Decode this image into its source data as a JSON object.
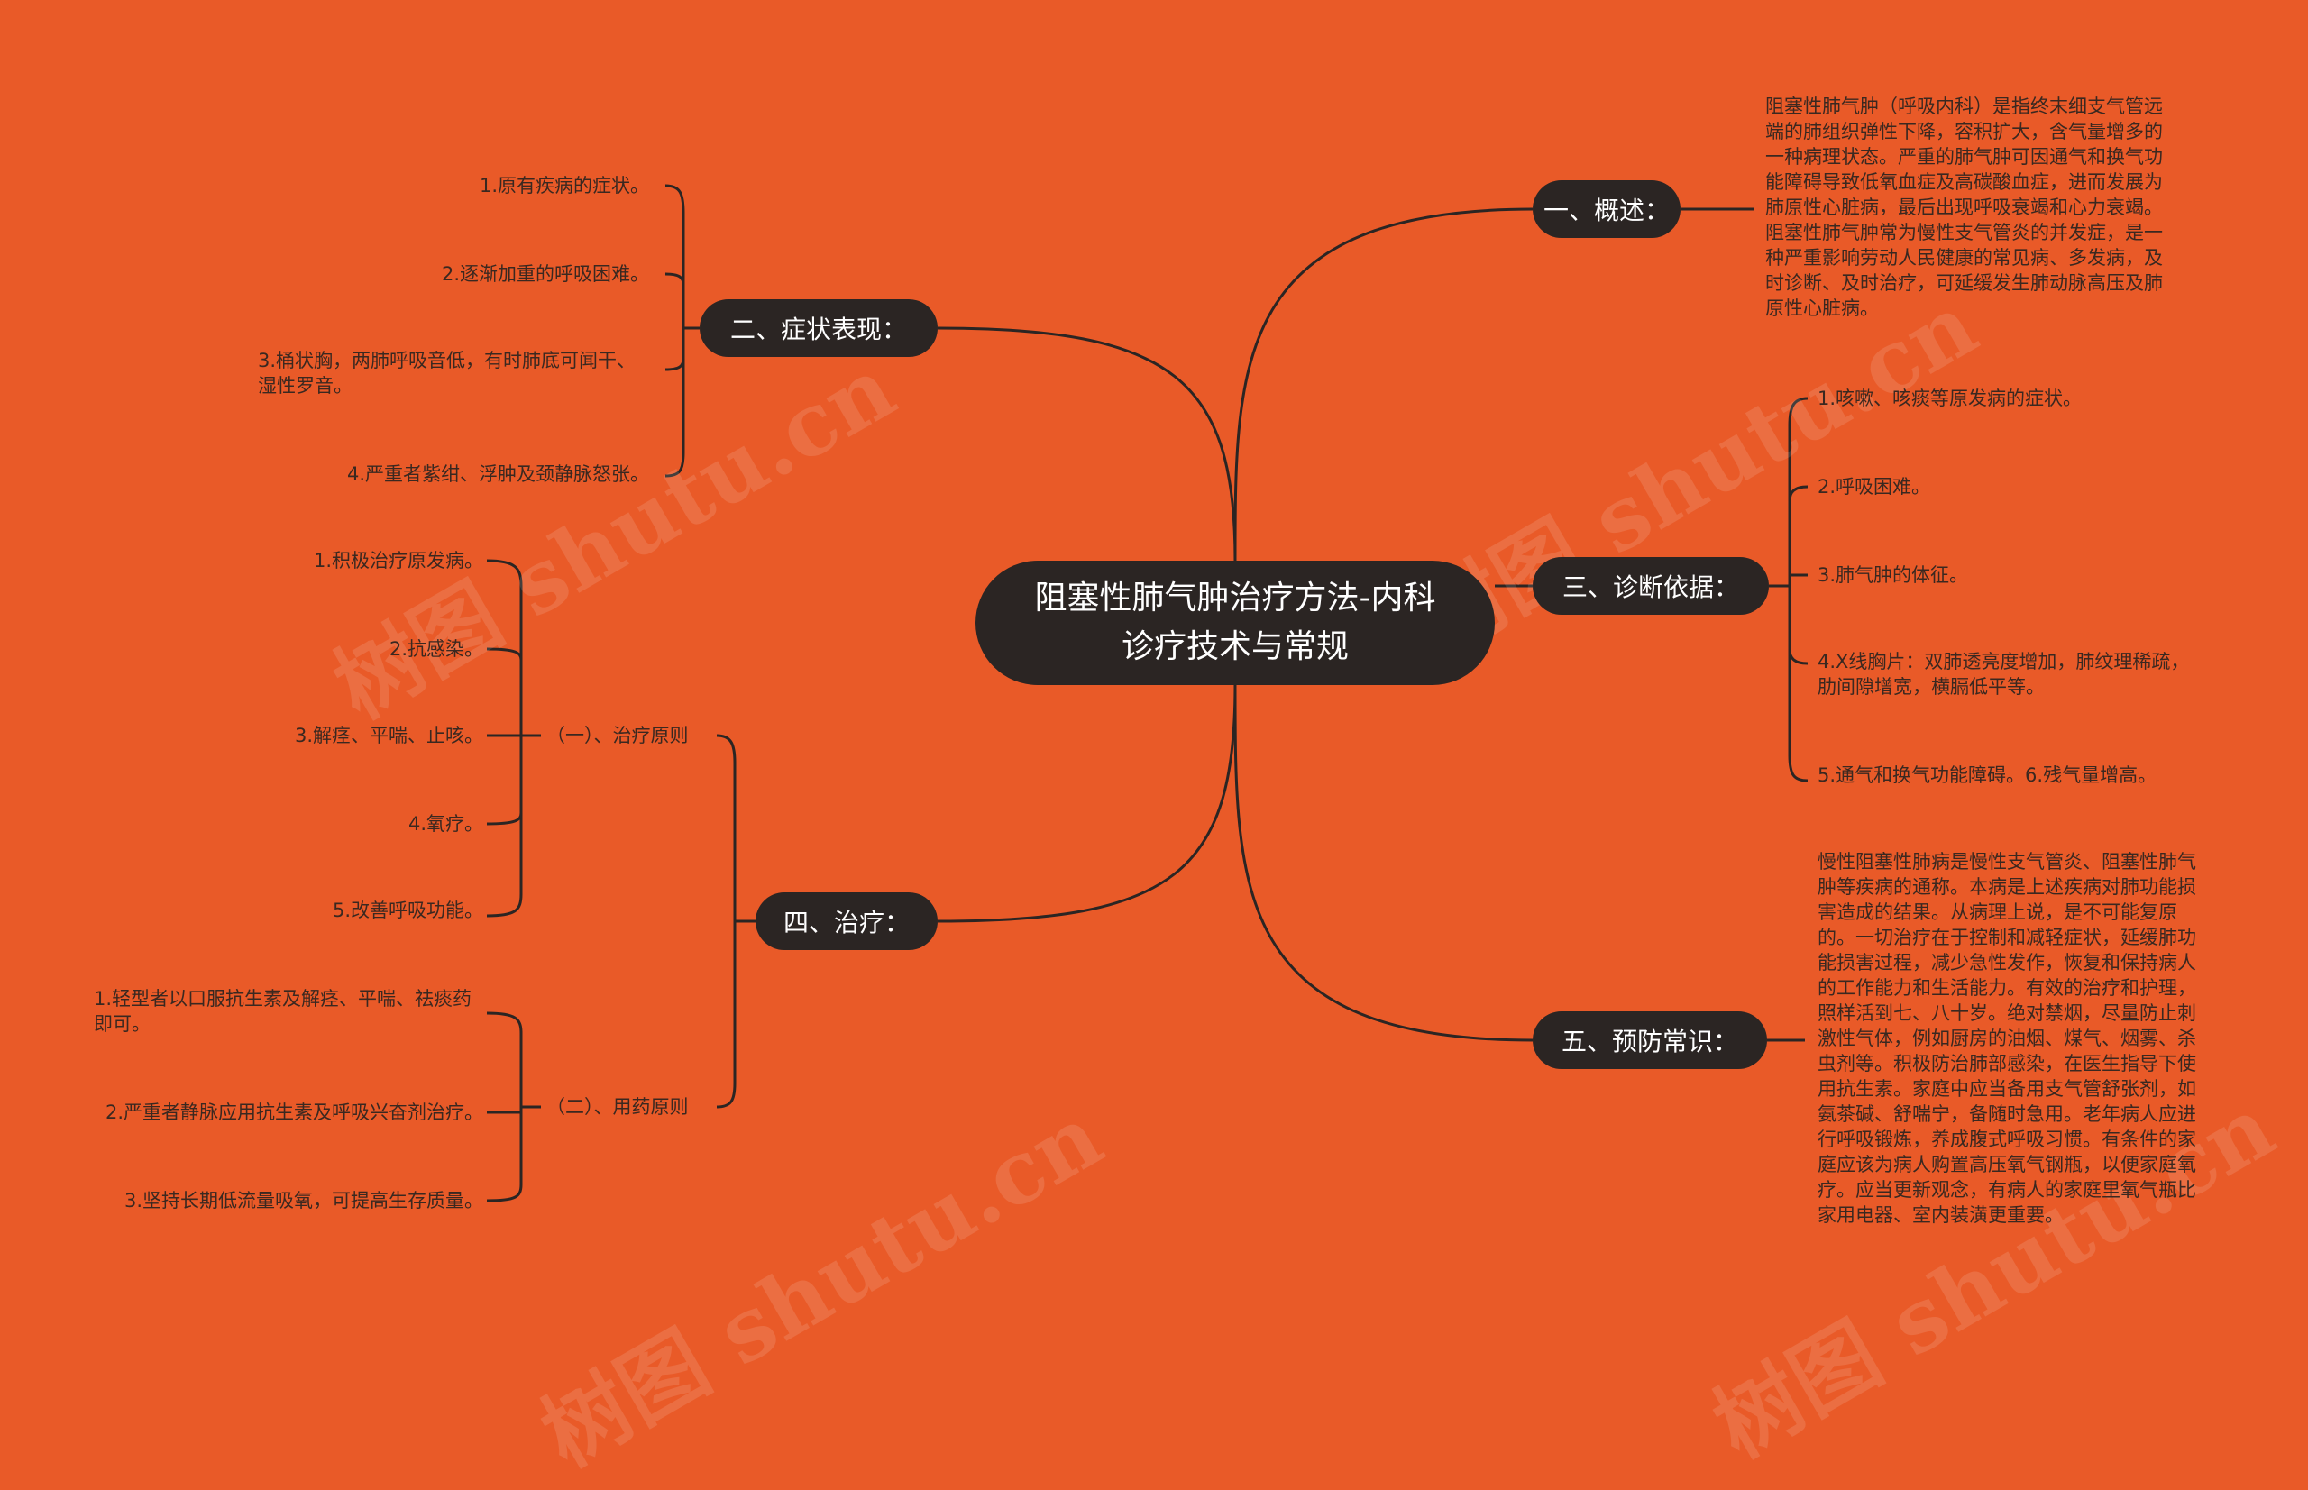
{
  "root": {
    "title": "阻塞性肺气肿治疗方法-内科诊疗技术与常规"
  },
  "watermark": "树图 shutu.cn",
  "branches": {
    "overview": {
      "label": "一、概述：",
      "text": "阻塞性肺气肿（呼吸内科）是指终末细支气管远端的肺组织弹性下降，容积扩大，含气量增多的一种病理状态。严重的肺气肿可因通气和换气功能障碍导致低氧血症及高碳酸血症，进而发展为肺原性心脏病，最后出现呼吸衰竭和心力衰竭。阻塞性肺气肿常为慢性支气管炎的并发症，是一种严重影响劳动人民健康的常见病、多发病，及时诊断、及时治疗，可延缓发生肺动脉高压及肺原性心脏病。"
    },
    "symptoms": {
      "label": "二、症状表现：",
      "items": [
        "1.原有疾病的症状。",
        "2.逐渐加重的呼吸困难。",
        "3.桶状胸，两肺呼吸音低，有时肺底可闻干、湿性罗音。",
        "4.严重者紫绀、浮肿及颈静脉怒张。"
      ]
    },
    "diagnosis": {
      "label": "三、诊断依据：",
      "items": [
        "1.咳嗽、咳痰等原发病的症状。",
        "2.呼吸困难。",
        "3.肺气肿的体征。",
        "4.X线胸片：双肺透亮度增加，肺纹理稀疏，肋间隙增宽，横膈低平等。",
        "5.通气和换气功能障碍。6.残气量增高。"
      ]
    },
    "treatment": {
      "label": "四、治疗：",
      "principles": {
        "label": "（一）、治疗原则",
        "items": [
          "1.积极治疗原发病。",
          "2.抗感染。",
          "3.解痉、平喘、止咳。",
          "4.氧疗。",
          "5.改善呼吸功能。"
        ]
      },
      "medication": {
        "label": "（二）、用药原则",
        "items": [
          "1.轻型者以口服抗生素及解痉、平喘、祛痰药即可。",
          "2.严重者静脉应用抗生素及呼吸兴奋剂治疗。",
          "3.坚持长期低流量吸氧，可提高生存质量。"
        ]
      }
    },
    "prevention": {
      "label": "五、预防常识：",
      "text": "慢性阻塞性肺病是慢性支气管炎、阻塞性肺气肿等疾病的通称。本病是上述疾病对肺功能损害造成的结果。从病理上说，是不可能复原的。一切治疗在于控制和减轻症状，延缓肺功能损害过程，减少急性发作，恢复和保持病人的工作能力和生活能力。有效的治疗和护理，照样活到七、八十岁。绝对禁烟，尽量防止刺激性气体，例如厨房的油烟、煤气、烟雾、杀虫剂等。积极防治肺部感染，在医生指导下使用抗生素。家庭中应当备用支气管舒张剂，如氨茶碱、舒喘宁，备随时急用。老年病人应进行呼吸锻炼，养成腹式呼吸习惯。有条件的家庭应该为病人购置高压氧气钢瓶，以便家庭氧疗。应当更新观念，有病人的家庭里氧气瓶比家用电器、室内装潢更重要。"
    }
  }
}
